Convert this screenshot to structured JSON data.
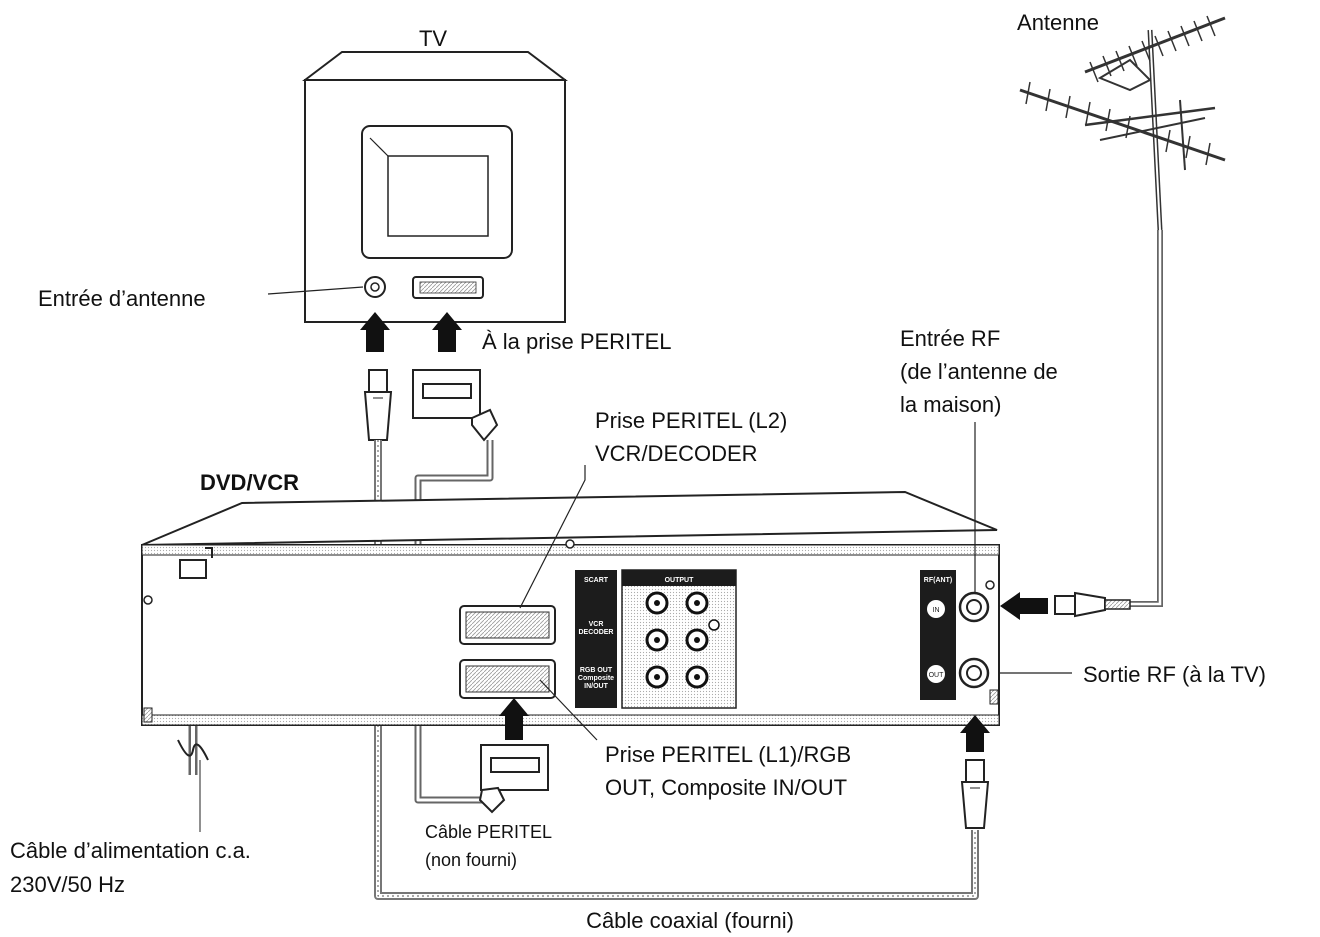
{
  "labels": {
    "tv": "TV",
    "antenna": "Antenne",
    "antenna_input": "Entrée d’antenne",
    "to_scart": "À la prise PERITEL",
    "rf_in_1": "Entrée RF",
    "rf_in_2": "(de l’antenne de",
    "rf_in_3": "la maison)",
    "scart_l2_1": "Prise PERITEL (L2)",
    "scart_l2_2": "VCR/DECODER",
    "device": "DVD/VCR",
    "rf_out": "Sortie RF (à la TV)",
    "scart_l1_1": "Prise PERITEL (L1)/RGB",
    "scart_l1_2": "OUT, Composite IN/OUT",
    "scart_cable_1": "Câble PERITEL",
    "scart_cable_2": "(non fourni)",
    "power_1": "Câble d’alimentation c.a.",
    "power_2": "230V/50 Hz",
    "coax": "Câble coaxial (fourni)"
  },
  "panel": {
    "scart_title": "SCART",
    "output_title": "OUTPUT",
    "vcr_decoder_1": "VCR",
    "vcr_decoder_2": "DECODER",
    "rgb_out_1": "RGB OUT",
    "rgb_out_2": "Composite",
    "rgb_out_3": "IN/OUT",
    "rf_ant_title": "RF(ANT)",
    "rf_in": "IN",
    "rf_out": "OUT"
  }
}
